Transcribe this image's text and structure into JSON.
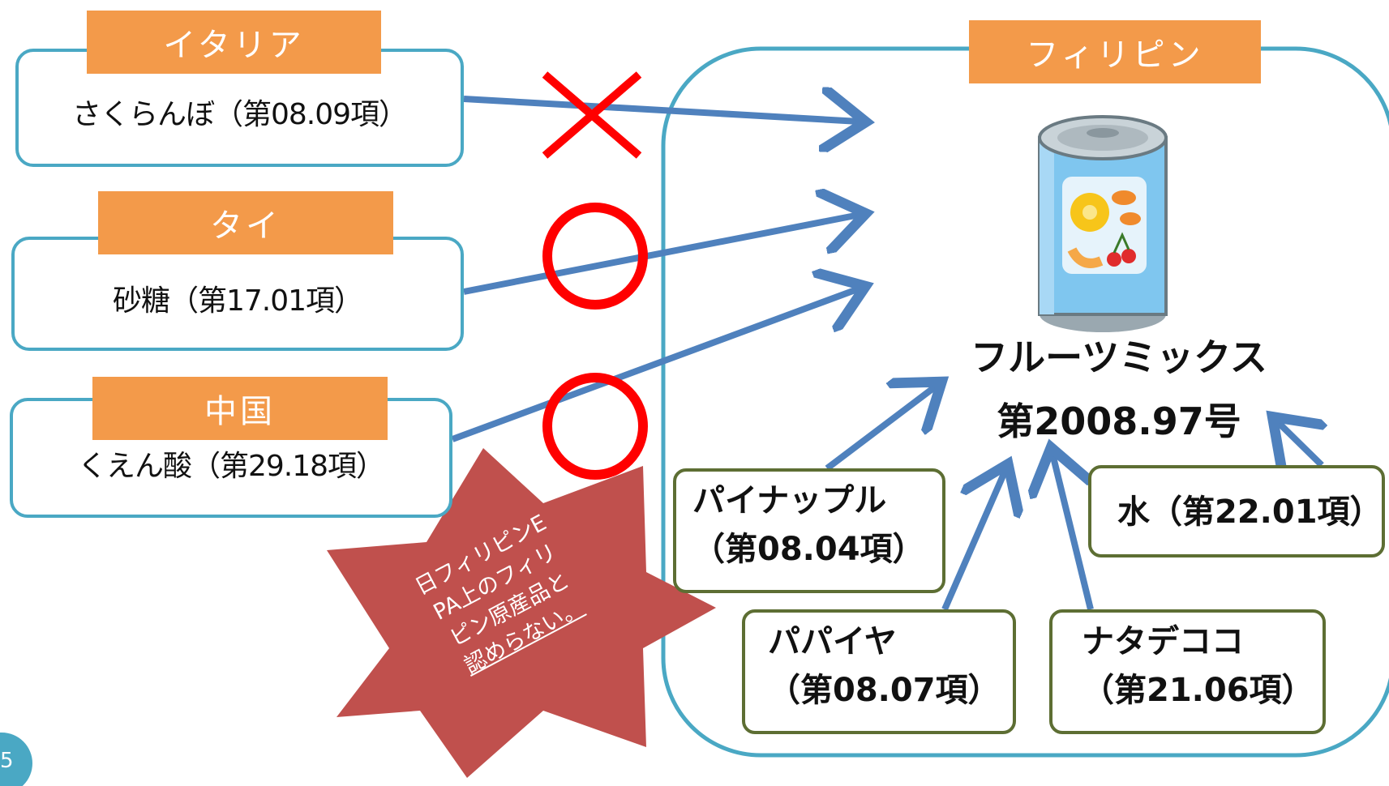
{
  "sources": [
    {
      "country": "イタリア",
      "item": "さくらんぼ（第08.09項）",
      "mark": "×"
    },
    {
      "country": "タイ",
      "item": "砂糖（第17.01項）",
      "mark": "○"
    },
    {
      "country": "中国",
      "item": "くえん酸（第29.18項）",
      "mark": "○"
    }
  ],
  "destination": {
    "country": "フィリピン",
    "product_line1": "フルーツミックス",
    "product_line2": "第2008.97号"
  },
  "ingredients": [
    {
      "name": "パイナップル",
      "hs": "（第08.04項）"
    },
    {
      "name": "水（第22.01項）"
    },
    {
      "name": "パパイヤ",
      "hs": "（第08.07項）"
    },
    {
      "name": "ナタデココ",
      "hs": "（第21.06項）"
    }
  ],
  "note": {
    "lines": [
      "日フィリピンE",
      "PA上のフィリ",
      "ピン原産品と",
      "認めらない。"
    ]
  },
  "page_number": "5",
  "colors": {
    "box_border": "#4aa8c4",
    "country_label": "#f39a4a",
    "arrow": "#4f81bd",
    "mark": "#ff0000",
    "starburst": "#c0504d",
    "ingredient_border": "#5d6e33"
  },
  "icons": {
    "can": "fruit-can-icon",
    "cross": "cross-mark-icon",
    "circle": "circle-mark-icon"
  }
}
